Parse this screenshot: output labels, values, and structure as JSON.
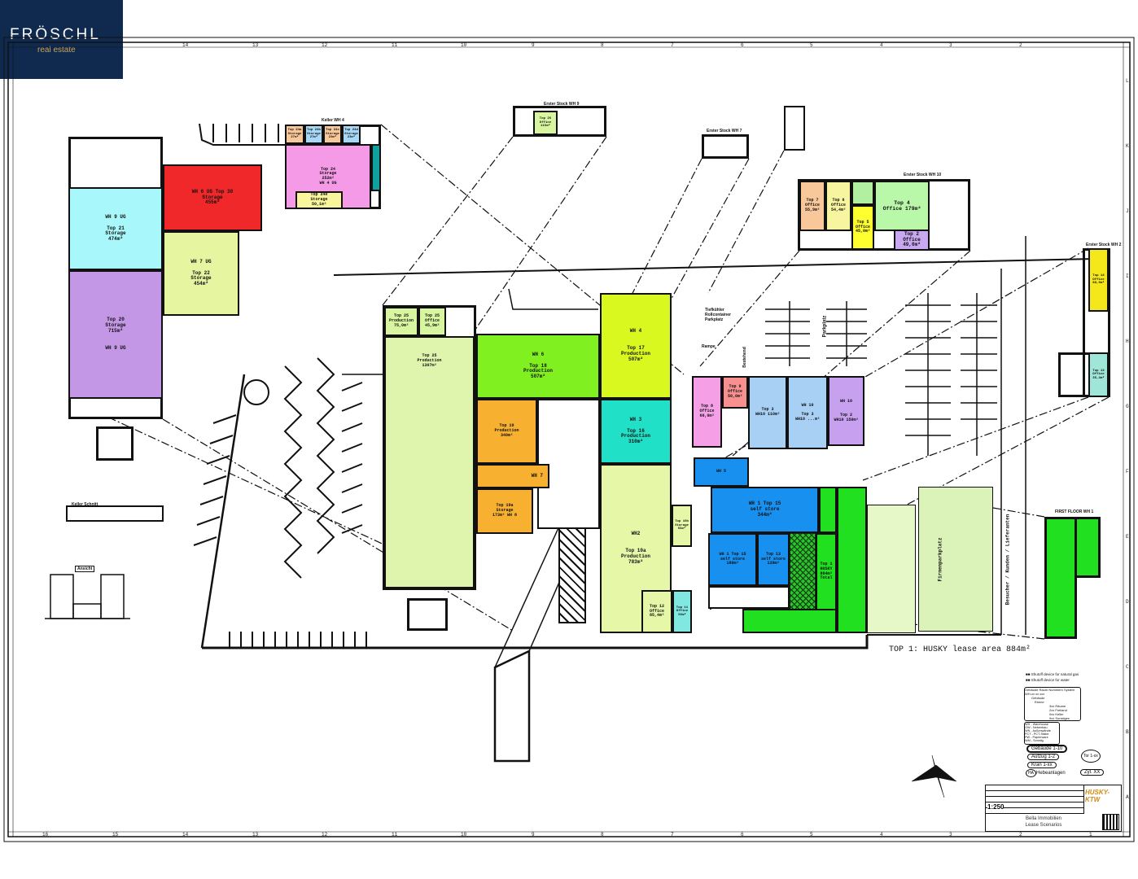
{
  "logo": {
    "name": "FRÖSCHL",
    "tagline": "real estate"
  },
  "grid": {
    "top_numbers": [
      "14",
      "13",
      "12",
      "11",
      "10",
      "9",
      "8",
      "7",
      "6",
      "5",
      "4",
      "3",
      "2"
    ],
    "bottom_numbers": [
      "16",
      "15",
      "14",
      "13",
      "12",
      "11",
      "10",
      "9",
      "8",
      "7",
      "6",
      "5",
      "4",
      "3",
      "2",
      "1"
    ],
    "right_letters": [
      "L",
      "K",
      "J",
      "I",
      "H",
      "G",
      "F",
      "E",
      "D",
      "C",
      "B",
      "A"
    ]
  },
  "captions": {
    "keller_wh4": "Keller WH 4",
    "erster_wh9": "Erster Stock WH 9",
    "erster_wh7": "Erster Stock WH 7",
    "erster_wh10": "Erster Stock WH 10",
    "erster_wh2": "Erster Stock WH 2",
    "first_floor_wh1": "FIRST FLOOR WH 1",
    "parkplatz": "Parkplatz",
    "rampe": "Rampe",
    "tiefkuehl": "Tiefkühler Rollcontainer Parkplatz",
    "bestehend": "Bestehend",
    "kellerschnitt": "Keller Schnitt",
    "ansicht": "Ansicht"
  },
  "rooms": {
    "wh9ug_cyan": "WH 9 UG\n\nTop 21\nStorage\n474m²",
    "wh9ug_purple": "Top 20\nStorage\n715m²\n\n\nWH 9 UG",
    "wh6ug": "WH 6 UG    Top 30\nStorage\n455m²",
    "wh7ug": "WH 7 UG\n\nTop 22\nStorage\n454m²",
    "wh4ug": "Top 24\nStorage\n252m²\nWH 4 UG",
    "top24e": "Top 24e\nStorage\n50,1m²",
    "top24a": "Top 24a\nStorage\n27m²",
    "top24b": "Top 24b\nStorage\n27m²",
    "top24c": "Top 24c\nStorage\n23m²",
    "top24d": "Top 24d\nStorage\n23m²",
    "top26": "Top 26\nOffice\n115m²",
    "top7": "Top 7\nOffice\n55,9m²",
    "top6": "Top 6\nOffice\n54,4m²",
    "top5": "Top 5\nOffice\n45,0m²",
    "top4": "Top 4\nOffice 179m²",
    "top2_office": "Top 2\nOffice 49,0m²",
    "top25_prod_small": "Top 25\nProduction\n75,0m²",
    "top25_office": "Top 25\nOffice\n45,9m²",
    "top25_prod": "Top 25\nProduction\n1307m²",
    "wh6": "WH 6\n\nTop 18\nProduction\n507m²",
    "top19": "Top 19\nProduction\n340m²",
    "wh7": "WH 7",
    "wh8": "Top 19a\nStorage\n173m²    WH 8",
    "wh4": "WH 4\n\n\nTop 17\nProduction\n507m²",
    "wh3": "WH 3\n\nTop 16\nProduction\n310m²",
    "wh2": "WH2\n\n\nTop 10a\nProduction\n783m²",
    "top10b": "Top 10b\nStorage\n55m²",
    "top12": "Top 12\nOffice\n85,4m²",
    "top11": "Top 11\nOffice\n56m²",
    "top8": "Top 8\nOffice\n66,0m²",
    "top9": "Top 9\nOffice\n50,0m²",
    "top3a": "Top 3\nWH10 110m²",
    "wh10_blue": "WH 10\n\nTop 3\nWH10 ...m²",
    "wh10_purple": "WH 10\n\n\nTop 2\nWH10 150m²",
    "wh5": "WH 5",
    "wh1_top": "WH 1        Top 15\nself store\n344m²",
    "wh1_a": "WH 1   Top 15\nself store\n180m²",
    "wh1_b": "Top 13\nself store\n139m²",
    "husky": "Top 1\nHUSKY\n884m² Total",
    "firmenparkplatz": "Firmenparkplatz",
    "besucher": "Besucher / Kunden / Lieferanten",
    "top14": "Top 14\nOffice\n88,0m²",
    "top13_office": "Top 13\nOffice\n35,4m²"
  },
  "note": "TOP 1: HUSKY lease area 884m²",
  "legend": {
    "gas": "Shutoff device for natural gas",
    "water": "Shutoff device for water",
    "system_title": "Gebäude Raum Nummern System",
    "system_lines": [
      "WH-xx    xx    xxx",
      "Gebäude",
      "Ebene",
      "3xx Räume",
      "2xx Freiland",
      "0xx Keller",
      "9xx Sonstiges"
    ],
    "abbr": [
      "WH - Warehouse",
      "OW - Nebenbau",
      "WN - Außenwände",
      "PCT - PCT-Stäbe",
      "PW - Papierware",
      "WM - Sonstig"
    ],
    "gebaeude": "Gebäude 1-10",
    "aufzug": "Aufzug 1-2",
    "kran": "Kran 1-xx",
    "hebe_symbol": "HA",
    "hebeanlagen": "Hebeanlagen",
    "tor": "Tor 1-xx",
    "zyl": "Zyl. XX"
  },
  "title_block": {
    "scale": "1:250",
    "brand": "HUSKY-KTW",
    "client": "Bella Immobilien",
    "subject": "Lease Scenarios"
  },
  "colors": {
    "navy": "#0f2a4e",
    "gold": "#c9a25a",
    "brand": "#d08a10"
  }
}
